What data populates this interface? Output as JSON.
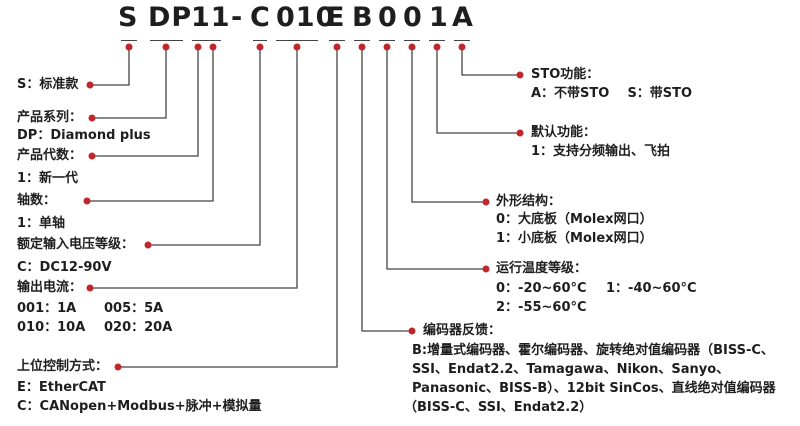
{
  "code_parts": [
    "S",
    "DP",
    "11",
    "-",
    "C",
    "010",
    "E",
    "B",
    "0",
    "0",
    "1",
    "A"
  ],
  "left": {
    "series": {
      "label": "S：标准款"
    },
    "product_series": {
      "label": "产品系列：",
      "value": "DP：Diamond plus"
    },
    "generation": {
      "label": "产品代数：",
      "value": "1：新一代"
    },
    "axes": {
      "label": "轴数：",
      "value": "1：单轴"
    },
    "input_voltage": {
      "label": "额定输入电压等级：",
      "value": "C：DC12-90V"
    },
    "output_current": {
      "label": "输出电流：",
      "row1a": "001：1A",
      "row1b": "005：5A",
      "row2a": "010：10A",
      "row2b": "020：20A"
    },
    "control": {
      "label": "上位控制方式：",
      "value1": "E：EtherCAT",
      "value2": "C：CANopen+Modbus+脉冲+模拟量"
    }
  },
  "right": {
    "sto": {
      "label": "STO功能：",
      "value": "A：不带STO    S：带STO"
    },
    "default": {
      "label": "默认功能：",
      "value": "1：支持分频输出、飞拍"
    },
    "shape": {
      "label": "外形结构：",
      "value1": "0：大底板（Molex网口）",
      "value2": "1：小底板（Molex网口）"
    },
    "temp": {
      "label": "运行温度等级：",
      "value1a": "0：-20~60°C",
      "value1b": "1：-40~60°C",
      "value2": "2：-55~60°C"
    },
    "encoder": {
      "label": "编码器反馈：",
      "lines": [
        "B:增量式编码器、霍尔编码器、旋转绝对值编码器（BISS-C、",
        "SSI、Endat2.2、Tamagawa、Nikon、Sanyo、",
        "Panasonic、BISS-B）、12bit SinCos、直线绝对值编码器",
        "（BISS-C、SSI、Endat2.2）"
      ]
    }
  },
  "colors": {
    "dot": "#c0272d",
    "line": "#444444",
    "text": "#1e1e1e"
  }
}
